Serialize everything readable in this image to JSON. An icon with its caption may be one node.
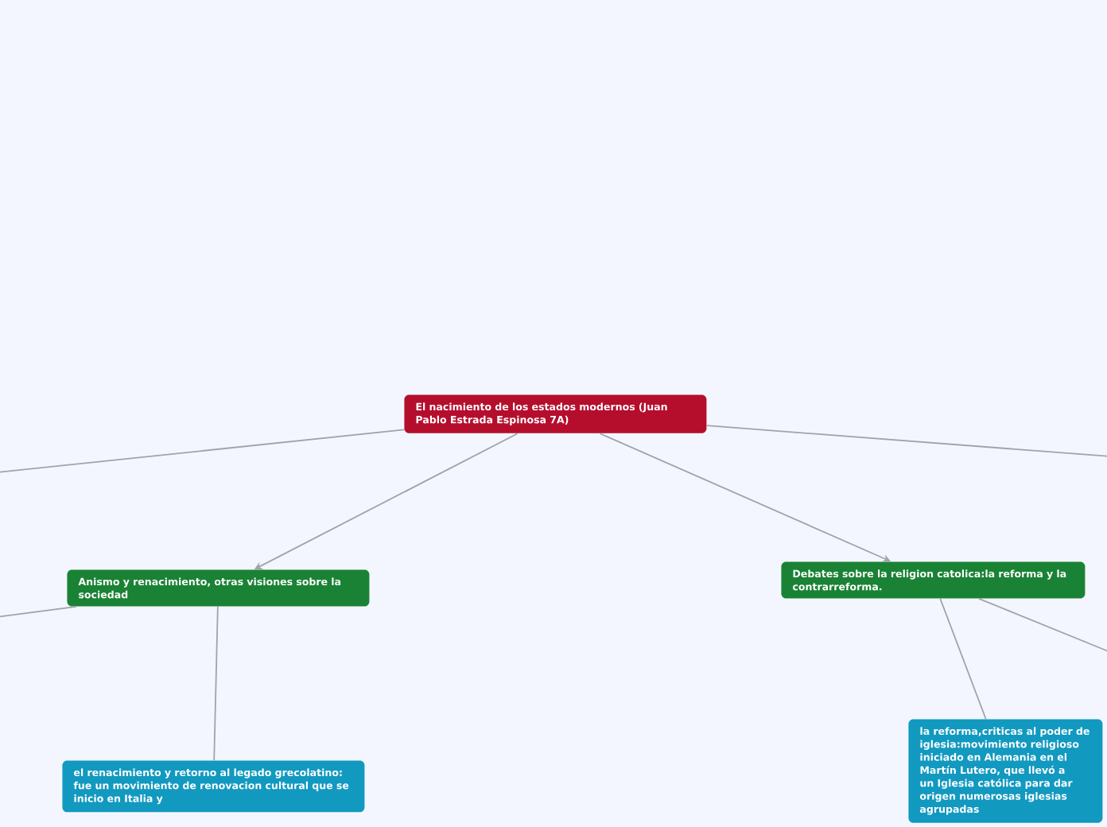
{
  "diagram": {
    "nodes": [
      {
        "text": [
          "El nacimiento de los estados modernos (Juan Pablo Estrada Espinosa 7A)"
        ]
      },
      {
        "text": [
          "Anismo y renacimiento, otras visiones sobre la sociedad"
        ]
      },
      {
        "text": [
          "Debates sobre la religion catolica:la reforma y la contrarreforma."
        ]
      },
      {
        "text": [
          "el renacimiento y retorno al legado grecolatino: fue un movimiento de renovacion cultural que se inicio en Italia y"
        ]
      },
      {
        "text": [
          "la reforma,criticas al poder de iglesia:movimiento religioso iniciado en Alemania en el Martín Lutero, que llevó a un Iglesia católica para dar origen numerosas iglesias agrupadas"
        ]
      }
    ],
    "edges": [
      {
        "from": 0,
        "to": 1,
        "arrow": "to"
      },
      {
        "from": 0,
        "to": 2,
        "arrow": "to"
      },
      {
        "from": 1,
        "to": 3,
        "arrow": "none"
      },
      {
        "from": 2,
        "to": 4,
        "arrow": "none"
      },
      {
        "from": 0,
        "to": null,
        "arrow": "none"
      },
      {
        "from": 0,
        "to": null,
        "arrow": "none"
      },
      {
        "from": 1,
        "to": null,
        "arrow": "none"
      },
      {
        "from": 2,
        "to": null,
        "arrow": "none"
      }
    ]
  }
}
